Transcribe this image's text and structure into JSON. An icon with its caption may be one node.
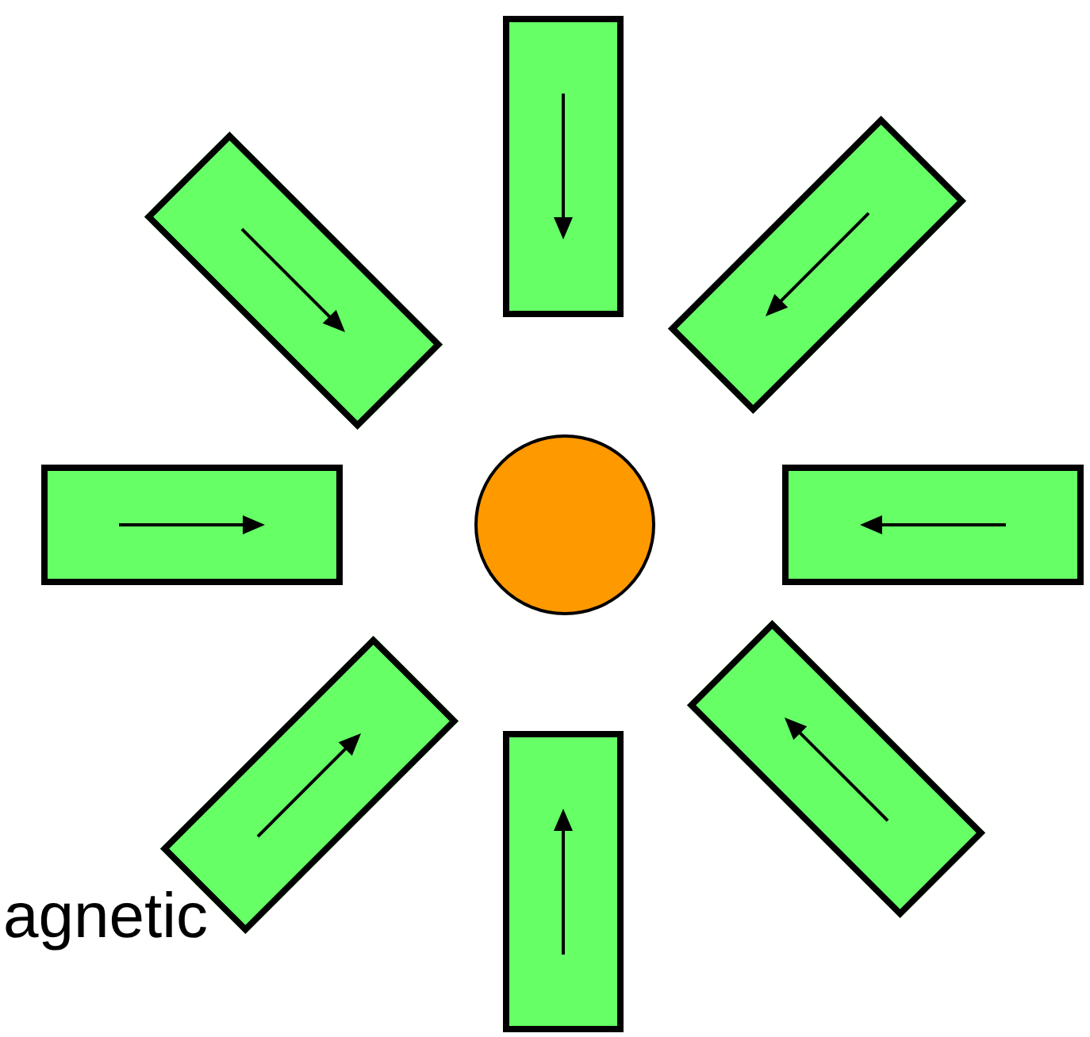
{
  "diagram": {
    "nodes": [
      {
        "text": [],
        "shape": "box"
      },
      {
        "text": [],
        "shape": "box"
      },
      {
        "text": [],
        "shape": "box"
      },
      {
        "text": [],
        "shape": "box"
      },
      {
        "text": [],
        "shape": "circle"
      },
      {
        "text": [],
        "shape": "box"
      },
      {
        "text": [],
        "shape": "box"
      },
      {
        "text": [],
        "shape": "box"
      },
      {
        "text": [],
        "shape": "box"
      }
    ],
    "labels": [
      "agnetic"
    ]
  }
}
